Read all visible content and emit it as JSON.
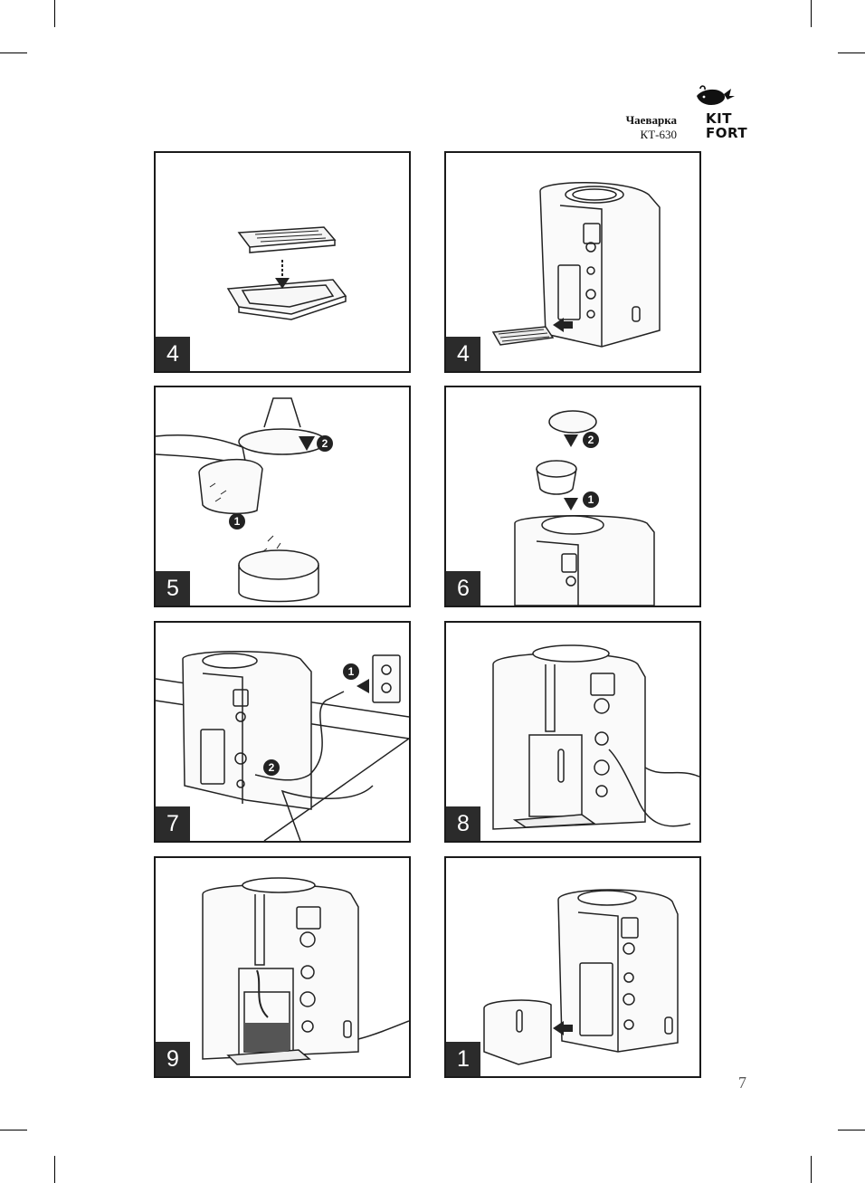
{
  "header": {
    "product_name": "Чаеварка",
    "model": "КТ-630",
    "logo_line1": "KIT",
    "logo_line2": "FORT"
  },
  "panels": [
    {
      "step": "4",
      "icon": "drip-tray-grid-insert-icon"
    },
    {
      "step": "4",
      "icon": "drip-tray-slide-in-icon"
    },
    {
      "step": "5",
      "icon": "tea-into-filter-icon"
    },
    {
      "step": "6",
      "icon": "filter-lid-insert-icon"
    },
    {
      "step": "7",
      "icon": "plug-in-power-icon"
    },
    {
      "step": "8",
      "icon": "press-buttons-icon"
    },
    {
      "step": "9",
      "icon": "brewing-icon"
    },
    {
      "step": "1",
      "icon": "attach-cover-icon"
    }
  ],
  "badges": {
    "one": "1",
    "two": "2"
  },
  "page_number": "7",
  "colors": {
    "frame": "#1a1a1a",
    "step_badge": "#2b2b2b",
    "line_art": "#222222"
  }
}
